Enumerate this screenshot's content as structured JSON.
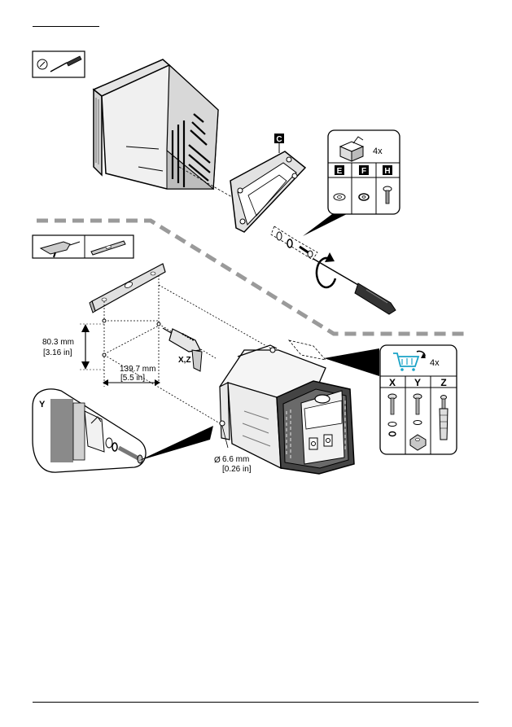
{
  "callouts": {
    "bracket": "C",
    "col_e": "E",
    "col_f": "F",
    "col_h": "H",
    "col_x": "X",
    "col_y": "Y",
    "col_z": "Z",
    "detail_y": "Y"
  },
  "quantities": {
    "parts_kit": "4x",
    "purchase": "4x"
  },
  "dimensions": {
    "vertical_mm": "80.3 mm",
    "vertical_in": "[3.16 in]",
    "horizontal_mm": "139.7 mm",
    "horizontal_in": "[5.5 in]",
    "drill_label": "X,Z",
    "hole_mm": "6.6 mm",
    "hole_in": "[0.26 in]",
    "hole_symbol": "Ø"
  }
}
